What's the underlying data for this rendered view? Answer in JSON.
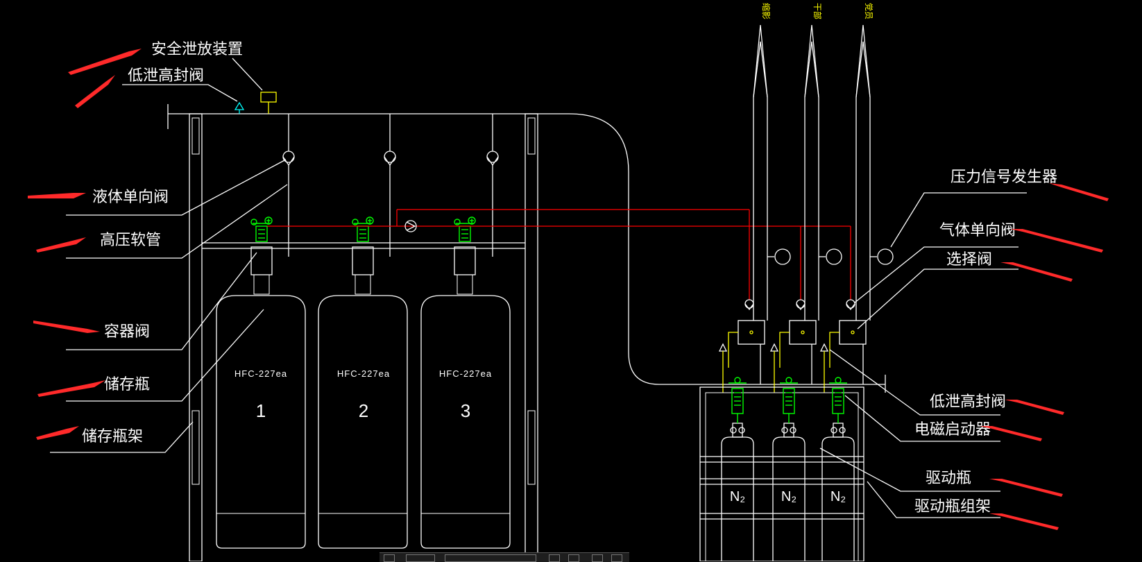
{
  "labels": {
    "safety_relief": "安全泄放装置",
    "low_leak_seal_left": "低泄高封阀",
    "liquid_check_valve": "液体单向阀",
    "high_pressure_hose": "高压软管",
    "container_valve": "容器阀",
    "storage_cylinder": "储存瓶",
    "storage_rack": "储存瓶架",
    "pressure_signal": "压力信号发生器",
    "gas_check_valve": "气体单向阀",
    "selector_valve": "选择阀",
    "low_leak_seal_right": "低泄高封阀",
    "solenoid_starter": "电磁启动器",
    "drive_cylinder": "驱动瓶",
    "drive_rack": "驱动瓶组架"
  },
  "tanks": [
    {
      "agent": "HFC-227ea",
      "number": "1"
    },
    {
      "agent": "HFC-227ea",
      "number": "2"
    },
    {
      "agent": "HFC-227ea",
      "number": "3"
    }
  ],
  "drive_cylinders": [
    {
      "gas": "N₂"
    },
    {
      "gas": "N₂"
    },
    {
      "gas": "N₂"
    }
  ],
  "zones": [
    {
      "label": "缩影"
    },
    {
      "label": "干部"
    },
    {
      "label": "党员"
    }
  ],
  "colors": {
    "background": "#000000",
    "line": "#ffffff",
    "control_pipe": "#ff0000",
    "signal": "#ffff00",
    "valve_head": "#00ff00",
    "annotation_arrow": "#ff2a2a"
  }
}
